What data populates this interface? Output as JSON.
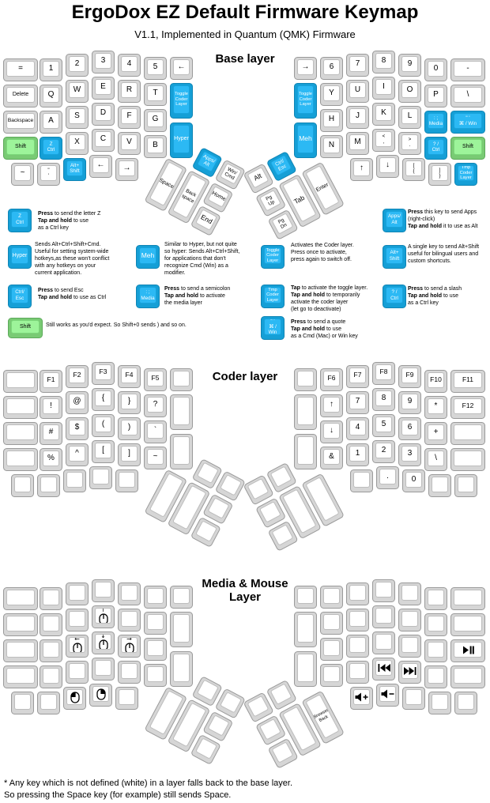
{
  "title": "ErgoDox EZ Default Firmware Keymap",
  "subtitle": "V1.1, Implemented in Quantum (QMK) Firmware",
  "note": "* Any key which is not defined (white) in a layer falls back to the base layer.\nSo pressing the Space key (for example) still sends Space.",
  "colors": {
    "blue": "#2cb9f4",
    "green": "#9df49a",
    "key_face": "#ffffff",
    "key_side": "#d6d6d6"
  },
  "layers": [
    {
      "title": "Base layer",
      "left": {
        "r1": [
          "=",
          "1",
          "2",
          "3",
          "4",
          "5",
          "←"
        ],
        "r2": [
          "Delete",
          "Q",
          "W",
          "E",
          "R",
          "T"
        ],
        "innerA": {
          "t": "Toggle\nCoder\nLayer",
          "c": "blue"
        },
        "r3": [
          "Backspace",
          "A",
          "S",
          "D",
          "F",
          "G"
        ],
        "r4": [
          {
            "t": "Shift",
            "c": "green"
          },
          {
            "t": "Z\nCtrl",
            "c": "blue"
          },
          "X",
          "C",
          "V",
          "B"
        ],
        "innerB": {
          "t": "Hyper",
          "c": "blue"
        },
        "r5": [
          "~",
          "\"\n'",
          {
            "t": "Alt+\nShift",
            "c": "blue"
          },
          "←",
          "→"
        ],
        "thumb": [
          {
            "t": "Apps/\nAlt",
            "c": "blue"
          },
          "Win/\nCmd",
          "Space",
          "Back\nspace",
          "Home",
          "End"
        ]
      },
      "right": {
        "r1": [
          "→",
          "6",
          "7",
          "8",
          "9",
          "0",
          "-"
        ],
        "innerA": {
          "t": "Toggle\nCoder\nLayer",
          "c": "blue"
        },
        "r2": [
          "Y",
          "U",
          "I",
          "O",
          "P",
          "\\"
        ],
        "r3": [
          "H",
          "J",
          "K",
          "L",
          {
            "t": ": ;\nMedia",
            "c": "blue"
          },
          {
            "t": "\" '\n⌘ / Win",
            "c": "blue"
          }
        ],
        "innerB": {
          "t": "Meh",
          "c": "blue"
        },
        "r4": [
          "N",
          "M",
          "<\n,",
          ">\n.",
          {
            "t": "? /\nCtrl",
            "c": "blue"
          },
          {
            "t": "Shift",
            "c": "green"
          }
        ],
        "r5": [
          "↑",
          "↓",
          "[\n{",
          "]\n}",
          {
            "t": "Tmp\nCoder\nLayer",
            "c": "blue"
          }
        ],
        "thumb": [
          "Alt",
          {
            "t": "Ctrl/\nEsc",
            "c": "blue"
          },
          "Pg\nUp",
          "Pg\nDn",
          "Tab",
          "Enter"
        ]
      }
    },
    {
      "title": "Coder layer",
      "left": {
        "r1": [
          "",
          "F1",
          "F2",
          "F3",
          "F4",
          "F5",
          ""
        ],
        "r2": [
          "",
          "!",
          "@",
          "{",
          "}",
          "?"
        ],
        "innerA": "",
        "r3": [
          "",
          "#",
          "$",
          "(",
          ")",
          "`"
        ],
        "r4": [
          "",
          "%",
          "^",
          "[",
          "]",
          "~"
        ],
        "innerB": "",
        "r5": [
          "",
          "",
          "",
          "",
          ""
        ],
        "thumb": [
          "",
          "",
          "",
          "",
          "",
          ""
        ]
      },
      "right": {
        "r1": [
          "",
          "F6",
          "F7",
          "F8",
          "F9",
          "F10",
          "F11"
        ],
        "innerA": "",
        "r2": [
          "↑",
          "7",
          "8",
          "9",
          "*",
          "F12"
        ],
        "r3": [
          "↓",
          "4",
          "5",
          "6",
          "+",
          ""
        ],
        "innerB": "",
        "r4": [
          "&",
          "1",
          "2",
          "3",
          "\\",
          ""
        ],
        "r5": [
          "",
          ".",
          "0",
          "",
          ""
        ],
        "thumb": [
          "",
          "",
          "",
          "",
          "",
          ""
        ]
      }
    },
    {
      "title": "Media & Mouse\nLayer",
      "left": {
        "r1": [
          "",
          "",
          "",
          "",
          "",
          "",
          ""
        ],
        "r2": [
          "",
          "",
          "",
          {
            "icon": "mouse-up"
          },
          "",
          ""
        ],
        "innerA": "",
        "r3": [
          "",
          "",
          {
            "icon": "mouse-left"
          },
          {
            "icon": "mouse-down"
          },
          {
            "icon": "mouse-right"
          },
          ""
        ],
        "r4": [
          "",
          "",
          "",
          "",
          "",
          ""
        ],
        "innerB": "",
        "r5": [
          "",
          "",
          {
            "icon": "mouse-button-left"
          },
          {
            "icon": "mouse-button-right"
          },
          ""
        ],
        "thumb": [
          "",
          "",
          "",
          "",
          "",
          ""
        ]
      },
      "right": {
        "r1": [
          "",
          "",
          "",
          "",
          "",
          "",
          ""
        ],
        "innerA": "",
        "r2": [
          "",
          "",
          "",
          "",
          "",
          ""
        ],
        "r3": [
          "",
          "",
          "",
          "",
          "",
          {
            "icon": "play-pause"
          }
        ],
        "innerB": "",
        "r4": [
          "",
          "",
          {
            "icon": "prev-track"
          },
          {
            "icon": "next-track"
          },
          "",
          ""
        ],
        "r5": [
          {
            "icon": "volume-up"
          },
          {
            "icon": "volume-down"
          },
          "",
          "",
          ""
        ],
        "thumb": [
          "",
          "",
          "",
          "",
          "",
          {
            "t": "Browser\nBack",
            "fs": 5.5
          }
        ]
      }
    }
  ],
  "legend": [
    {
      "key": {
        "t": "Z\nCtrl",
        "c": "blue"
      },
      "text": "**Press** to send the letter Z\n**Tap and hold** to use\nas a Ctrl key"
    },
    {
      "key": {
        "t": "Apps/\nAlt",
        "c": "blue"
      },
      "text": "**Press** this key to send Apps\n(right-click)\n**Tap and hold** it to use as Alt"
    },
    {
      "key": {
        "t": "Hyper",
        "c": "blue"
      },
      "text": "Sends Alt+Ctrl+Shift+Cmd.\nUseful for setting system-wide\nhotkeys,as these won't conflict\nwith any hotkeys on your\ncurrent application."
    },
    {
      "key": {
        "t": "Meh",
        "c": "blue"
      },
      "text": "Similar to Hyper, but not quite\nso hyper: Sends Alt+Ctrl+Shift,\nfor applications that don't\nrecognize Cmd (Win) as a\nmodifier."
    },
    {
      "key": {
        "t": "Toggle\nCoder\nLayer",
        "c": "blue"
      },
      "text": "Activates the Coder layer.\nPress once to activate,\npress again to switch off."
    },
    {
      "key": {
        "t": "Alt+\nShift",
        "c": "blue"
      },
      "text": "A single key to send Alt+Shift\nuseful for bilingual users and\ncustom shortcuts."
    },
    {
      "key": {
        "t": "Ctrl/\nEsc",
        "c": "blue"
      },
      "text": "**Press** to send Esc\n**Tap and hold** to use as Ctrl"
    },
    {
      "key": {
        "t": ": ;\nMedia",
        "c": "blue"
      },
      "text": "**Press** to send a semicolon\n**Tap and hold** to activate\nthe media layer"
    },
    {
      "key": {
        "t": "Tmp\nCoder\nLayer",
        "c": "blue"
      },
      "text": "**Tap** to activate the toggle layer.\n**Tap and hold** to temporarily\nactivate the coder layer\n(let go to deactivate)"
    },
    {
      "key": {
        "t": "? /\nCtrl",
        "c": "blue"
      },
      "text": "**Press** to send a slash\n**Tap and hold** to use\nas a Ctrl key"
    },
    {
      "key": {
        "t": "Shift",
        "c": "green"
      },
      "text": "Still works as you'd expect. So Shift+0 sends ) and so on."
    },
    {
      "key": {
        "t": "\" '\n⌘ / Win",
        "c": "blue"
      },
      "text": "**Press** to send a quote\n**Tap and hold** to use\nas a Cmd (Mac) or Win key"
    }
  ]
}
